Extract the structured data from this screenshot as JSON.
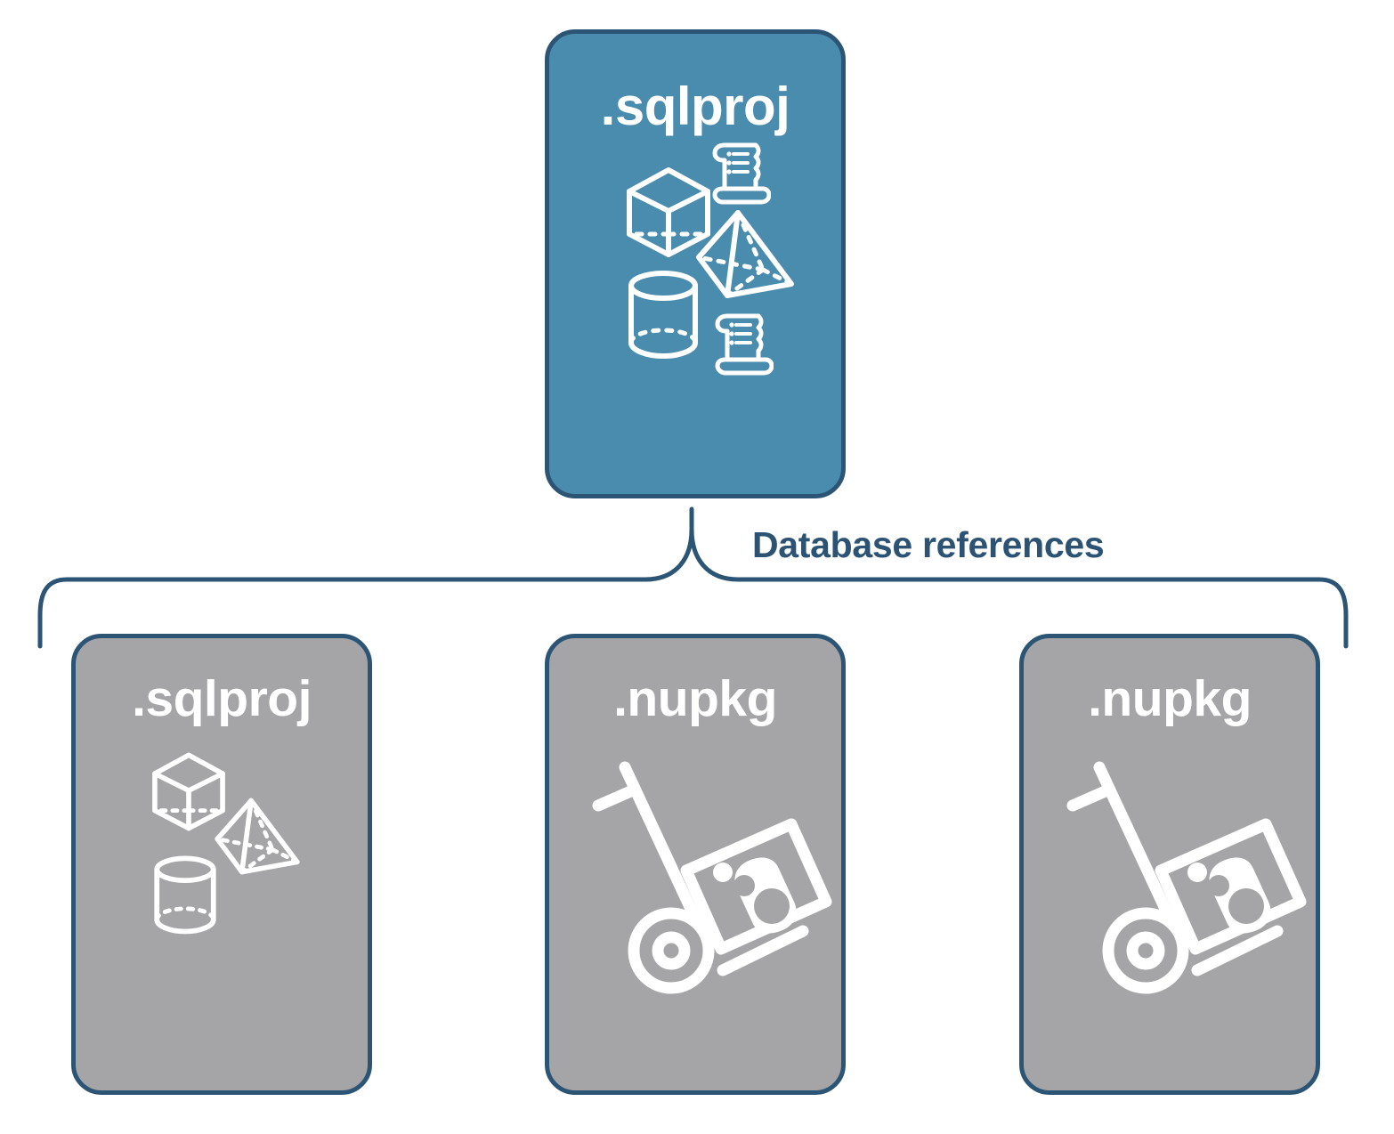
{
  "diagram": {
    "title": "SQL project database references",
    "colors": {
      "primary_fill": "#4a8cae",
      "secondary_fill": "#a5a5a7",
      "stroke": "#2c5475",
      "label_text": "#2c5373",
      "node_text": "#ffffff",
      "background": "#ffffff"
    },
    "connector": {
      "type": "curly-brace",
      "label": "Database references",
      "orientation": "top-to-bottom"
    },
    "source_node": {
      "id": "node-top",
      "label": ".sqlproj",
      "fill": "#4a8cae",
      "icons": [
        "cube-wireframe-icon",
        "scroll-script-icon",
        "pyramid-wireframe-icon",
        "cylinder-wireframe-icon",
        "scroll-script-icon"
      ]
    },
    "reference_nodes": [
      {
        "id": "node-ref-1",
        "label": ".sqlproj",
        "fill": "#a5a5a7",
        "icons": [
          "cube-wireframe-icon",
          "pyramid-wireframe-icon",
          "cylinder-wireframe-icon"
        ]
      },
      {
        "id": "node-ref-2",
        "label": ".nupkg",
        "fill": "#a5a5a7",
        "icons": [
          "hand-truck-package-icon"
        ]
      },
      {
        "id": "node-ref-3",
        "label": ".nupkg",
        "fill": "#a5a5a7",
        "icons": [
          "hand-truck-package-icon"
        ]
      }
    ]
  }
}
